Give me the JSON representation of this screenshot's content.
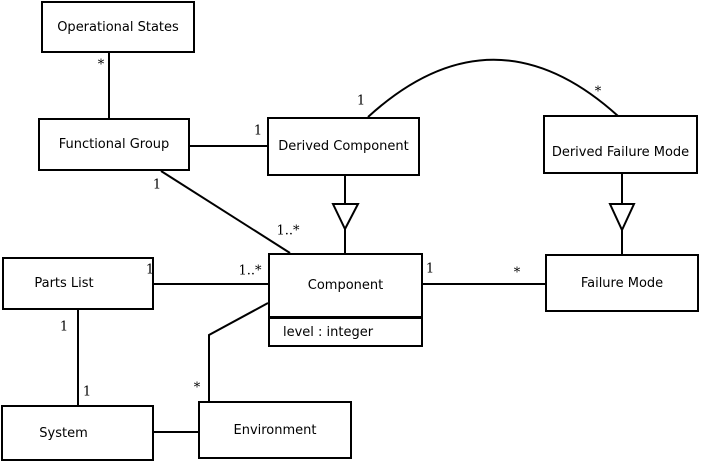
{
  "diagram": {
    "type": "uml-class-diagram",
    "colors": {
      "line": "#000000",
      "background": "#ffffff",
      "box_fill": "#ffffff"
    },
    "nodes": {
      "operational_states": {
        "label": "Operational States"
      },
      "functional_group": {
        "label": "Functional Group"
      },
      "derived_component": {
        "label": "Derived Component"
      },
      "derived_failure_mode": {
        "label": "Derived Failure Mode"
      },
      "parts_list": {
        "label": "Parts List"
      },
      "component": {
        "label": "Component",
        "attribute": "level : integer"
      },
      "failure_mode": {
        "label": "Failure Mode"
      },
      "system": {
        "label": "System"
      },
      "environment": {
        "label": "Environment"
      }
    },
    "multiplicities": {
      "op_states_fg_star": "*",
      "fg_derived_component_1": "1",
      "fg_component_1": "1",
      "fg_component_many": "1..*",
      "derived_component_curve_1": "1",
      "derived_failure_mode_curve_star": "*",
      "parts_list_component_1": "1",
      "parts_list_component_many": "1..*",
      "component_failure_mode_1": "1",
      "component_failure_mode_star": "*",
      "parts_list_system_1_top": "1",
      "parts_list_system_1_bottom": "1",
      "component_environment_star": "*"
    },
    "edges": [
      "operational-states to functional-group",
      "functional-group to derived-component",
      "functional-group to component",
      "derived-component generalizes-to component",
      "derived-failure-mode generalizes-to failure-mode",
      "derived-component arc-to derived-failure-mode",
      "parts-list to component",
      "component to failure-mode",
      "parts-list to system",
      "component to environment",
      "system to environment"
    ]
  }
}
